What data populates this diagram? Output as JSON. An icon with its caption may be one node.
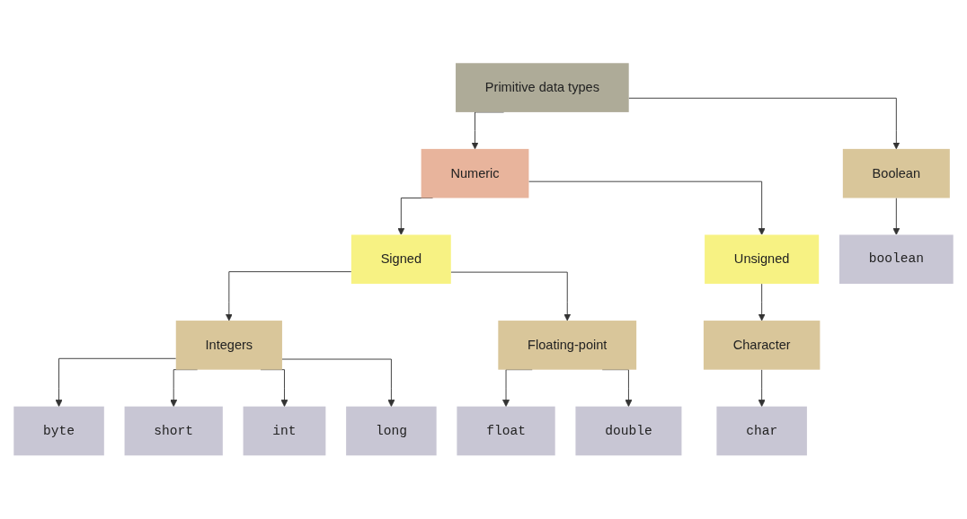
{
  "diagram": {
    "nodes": [
      {
        "text": [
          "Primitive data types"
        ]
      },
      {
        "text": [
          "Numeric"
        ]
      },
      {
        "text": [
          "Boolean"
        ]
      },
      {
        "text": [
          "Signed"
        ]
      },
      {
        "text": [
          "Unsigned"
        ]
      },
      {
        "text": [
          "Integers"
        ]
      },
      {
        "text": [
          "Floating-point"
        ]
      },
      {
        "text": [
          "Character"
        ]
      },
      {
        "text": [
          "byte"
        ]
      },
      {
        "text": [
          "short"
        ]
      },
      {
        "text": [
          "int"
        ]
      },
      {
        "text": [
          "long"
        ]
      },
      {
        "text": [
          "float"
        ]
      },
      {
        "text": [
          "double"
        ]
      },
      {
        "text": [
          "char"
        ]
      },
      {
        "text": [
          "boolean"
        ]
      }
    ],
    "edges": [
      {
        "from": 0,
        "to": 1,
        "arrow": "to"
      },
      {
        "from": 0,
        "to": 2,
        "arrow": "to"
      },
      {
        "from": 1,
        "to": 3,
        "arrow": "to"
      },
      {
        "from": 1,
        "to": 4,
        "arrow": "to"
      },
      {
        "from": 3,
        "to": 5,
        "arrow": "to"
      },
      {
        "from": 3,
        "to": 6,
        "arrow": "to"
      },
      {
        "from": 4,
        "to": 7,
        "arrow": "to"
      },
      {
        "from": 5,
        "to": 8,
        "arrow": "to"
      },
      {
        "from": 5,
        "to": 9,
        "arrow": "to"
      },
      {
        "from": 5,
        "to": 10,
        "arrow": "to"
      },
      {
        "from": 5,
        "to": 11,
        "arrow": "to"
      },
      {
        "from": 6,
        "to": 12,
        "arrow": "to"
      },
      {
        "from": 6,
        "to": 13,
        "arrow": "to"
      },
      {
        "from": 7,
        "to": 14,
        "arrow": "to"
      },
      {
        "from": 2,
        "to": 15,
        "arrow": "to"
      }
    ]
  }
}
